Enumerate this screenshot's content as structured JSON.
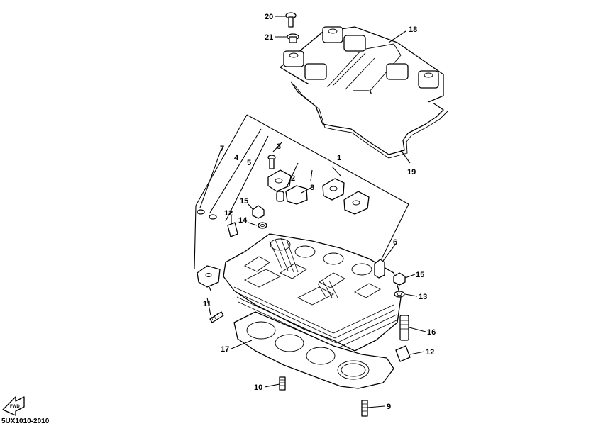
{
  "diagram_code": "5UX1010-2010",
  "fwd_label": "FWD",
  "callouts": [
    {
      "id": "c20",
      "label": "20"
    },
    {
      "id": "c21",
      "label": "21"
    },
    {
      "id": "c18",
      "label": "18"
    },
    {
      "id": "c19",
      "label": "19"
    },
    {
      "id": "c7",
      "label": "7"
    },
    {
      "id": "c4",
      "label": "4"
    },
    {
      "id": "c5",
      "label": "5"
    },
    {
      "id": "c3",
      "label": "3"
    },
    {
      "id": "c1",
      "label": "1"
    },
    {
      "id": "c2",
      "label": "2"
    },
    {
      "id": "c8",
      "label": "8"
    },
    {
      "id": "c15a",
      "label": "15"
    },
    {
      "id": "c12a",
      "label": "12"
    },
    {
      "id": "c14",
      "label": "14"
    },
    {
      "id": "c6",
      "label": "6"
    },
    {
      "id": "c15b",
      "label": "15"
    },
    {
      "id": "c13",
      "label": "13"
    },
    {
      "id": "c11",
      "label": "11"
    },
    {
      "id": "c16",
      "label": "16"
    },
    {
      "id": "c17",
      "label": "17"
    },
    {
      "id": "c12b",
      "label": "12"
    },
    {
      "id": "c10",
      "label": "10"
    },
    {
      "id": "c9",
      "label": "9"
    }
  ]
}
